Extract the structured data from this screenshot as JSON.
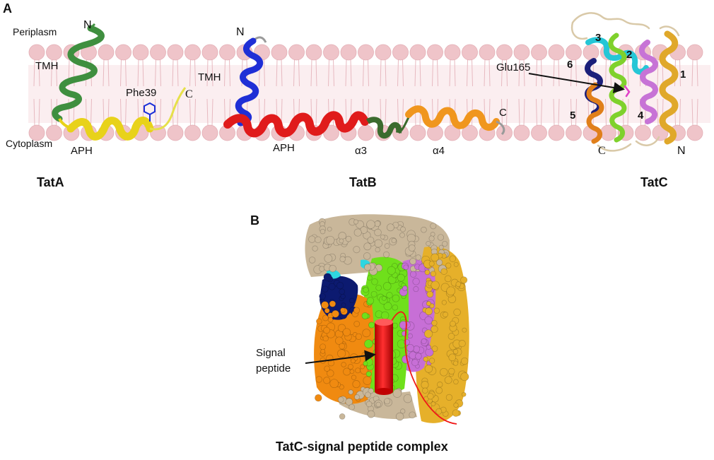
{
  "panel_a": {
    "letter": "A",
    "membrane_labels": {
      "periplasm": "Periplasm",
      "cytoplasm": "Cytoplasm"
    },
    "tata": {
      "name": "TatA",
      "labels": {
        "n": "N",
        "tmh": "TMH",
        "aph": "APH",
        "residue": "Phe39",
        "c": "C"
      },
      "colors": {
        "tmh": "#3f8f3f",
        "aph": "#e8d21a",
        "c_tail": "#e6e04a",
        "residue": "#1a2ed8"
      }
    },
    "tatb": {
      "name": "TatB",
      "labels": {
        "n": "N",
        "tmh": "TMH",
        "aph": "APH",
        "a3": "α3",
        "a4": "α4",
        "c": "C"
      },
      "colors": {
        "tmh": "#1f2fd6",
        "aph": "#e01b1b",
        "a3": "#3b6b2e",
        "a4": "#f0961e",
        "tail": "#9a9a9a"
      }
    },
    "tatc": {
      "name": "TatC",
      "labels": {
        "h1": "1",
        "h2": "2",
        "h3": "3",
        "h4": "4",
        "h5": "5",
        "h6": "6",
        "glu": "Glu165",
        "c": "C",
        "n": "N"
      },
      "colors": {
        "h1": "#e0a82a",
        "h2": "#7fd12c",
        "h3": "#25c6d6",
        "h4": "#c773d6",
        "h5": "#e07f1a",
        "h6": "#1b1f7a",
        "loop": "#d9c9a8",
        "glu": "#e040c8"
      }
    }
  },
  "panel_b": {
    "letter": "B",
    "signal_label_line1": "Signal",
    "signal_label_line2": "peptide",
    "caption": "TatC-signal peptide complex",
    "colors": {
      "tan": "#c9b79a",
      "navy": "#0c1a70",
      "cyan": "#2fd6e0",
      "green": "#6fe01b",
      "violet": "#c76fd6",
      "orange": "#f08a10",
      "gold": "#e6b02a",
      "peptide": "#f01818"
    }
  }
}
